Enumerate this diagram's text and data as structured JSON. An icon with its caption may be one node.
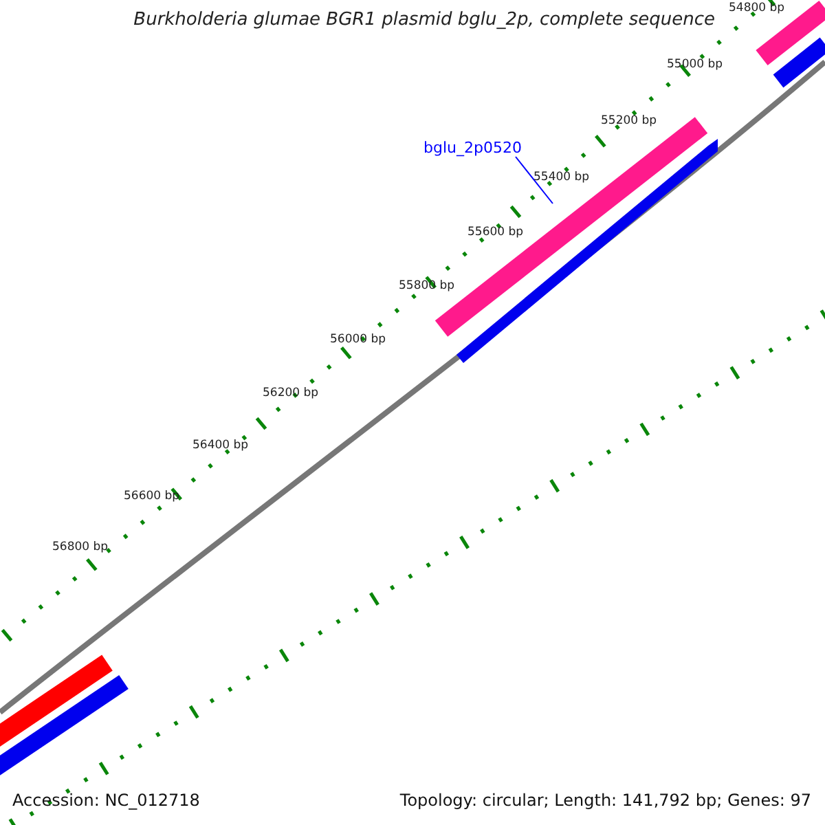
{
  "diagram": {
    "title": "Burkholderia glumae BGR1 plasmid bglu_2p, complete sequence",
    "nodes": [
      {
        "text": [
          "bglu_2p0520"
        ]
      },
      {
        "text": [],
        "shape": "bar"
      }
    ],
    "edges": [
      {
        "from": 0,
        "to": 1,
        "arrow": "none"
      }
    ],
    "labels": [
      "54800 bp",
      "55000 bp",
      "55200 bp",
      "55400 bp",
      "55600 bp",
      "55800 bp",
      "56000 bp",
      "56200 bp",
      "56400 bp",
      "56600 bp",
      "56800 bp",
      "Accession: NC_012718",
      "Topology: circular; Length: 141,792 bp; Genes: 97"
    ]
  }
}
